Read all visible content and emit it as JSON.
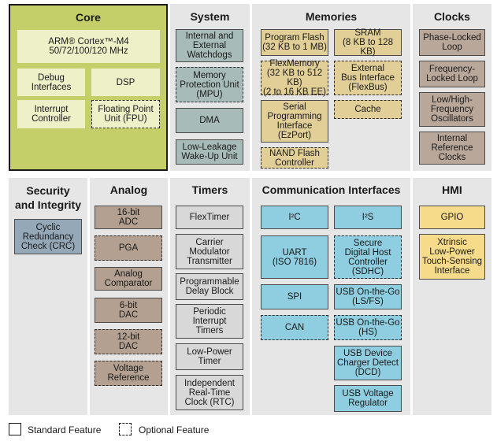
{
  "core": {
    "title": "Core",
    "cpu": "ARM® Cortex™-M4\n50/72/100/120 MHz",
    "debug": "Debug\nInterfaces",
    "dsp": "DSP",
    "interrupt": "Interrupt\nController",
    "fpu": "Floating Point\nUnit (FPU)"
  },
  "system": {
    "title": "System",
    "watchdogs": "Internal and\nExternal\nWatchdogs",
    "mpu": "Memory\nProtection Unit\n(MPU)",
    "dma": "DMA",
    "lowleak": "Low-Leakage\nWake-Up Unit"
  },
  "memories": {
    "title": "Memories",
    "flash": "Program Flash\n(32 KB to 1 MB)",
    "sram": "SRAM\n(8 KB to 128 KB)",
    "flexmem": "FlexMemory\n(32 KB to 512 KB)\n(2 to 16 KB EE)",
    "flexbus": "External\nBus Interface\n(FlexBus)",
    "ezport": "Serial\nProgramming\nInterface\n(EzPort)",
    "cache": "Cache",
    "nand": "NAND Flash\nController"
  },
  "clocks": {
    "title": "Clocks",
    "pll": "Phase-Locked\nLoop",
    "fll": "Frequency-\nLocked Loop",
    "osc": "Low/High-\nFrequency\nOscillators",
    "irc": "Internal\nReference\nClocks"
  },
  "security": {
    "title": "Security\nand Integrity",
    "crc": "Cyclic\nRedundancy\nCheck (CRC)"
  },
  "analog": {
    "title": "Analog",
    "adc": "16-bit\nADC",
    "pga": "PGA",
    "comparator": "Analog\nComparator",
    "dac6": "6-bit\nDAC",
    "dac12": "12-bit\nDAC",
    "vref": "Voltage\nReference"
  },
  "timers": {
    "title": "Timers",
    "flextimer": "FlexTimer",
    "cmt": "Carrier\nModulator\nTransmitter",
    "pdb": "Programmable\nDelay Block",
    "pit": "Periodic\nInterrupt\nTimers",
    "lptimer": "Low-Power\nTimer",
    "rtc": "Independent\nReal-Time\nClock (RTC)"
  },
  "comms": {
    "title": "Communication Interfaces",
    "i2c": "I²C",
    "i2s": "I²S",
    "uart": "UART\n(ISO 7816)",
    "sdhc": "Secure\nDigital Host\nController\n(SDHC)",
    "spi": "SPI",
    "usbotg_ls": "USB On-the-Go\n(LS/FS)",
    "can": "CAN",
    "usbotg_hs": "USB On-the-Go\n(HS)",
    "usbdcd": "USB Device\nCharger Detect\n(DCD)",
    "usbvreg": "USB Voltage\nRegulator"
  },
  "hmi": {
    "title": "HMI",
    "gpio": "GPIO",
    "tsi": "Xtrinsic\nLow-Power\nTouch-Sensing\nInterface"
  },
  "legend": {
    "standard": "Standard Feature",
    "optional": "Optional Feature"
  },
  "colors": {
    "core": "#c4cf6a",
    "system": "#a7bcb8",
    "memories": "#e2cf97",
    "clocks": "#b9a79a",
    "security": "#95a8b8",
    "analog": "#b3a090",
    "timers": "#d8d8d8",
    "comms": "#8fcde0",
    "hmi": "#f5db8a"
  }
}
